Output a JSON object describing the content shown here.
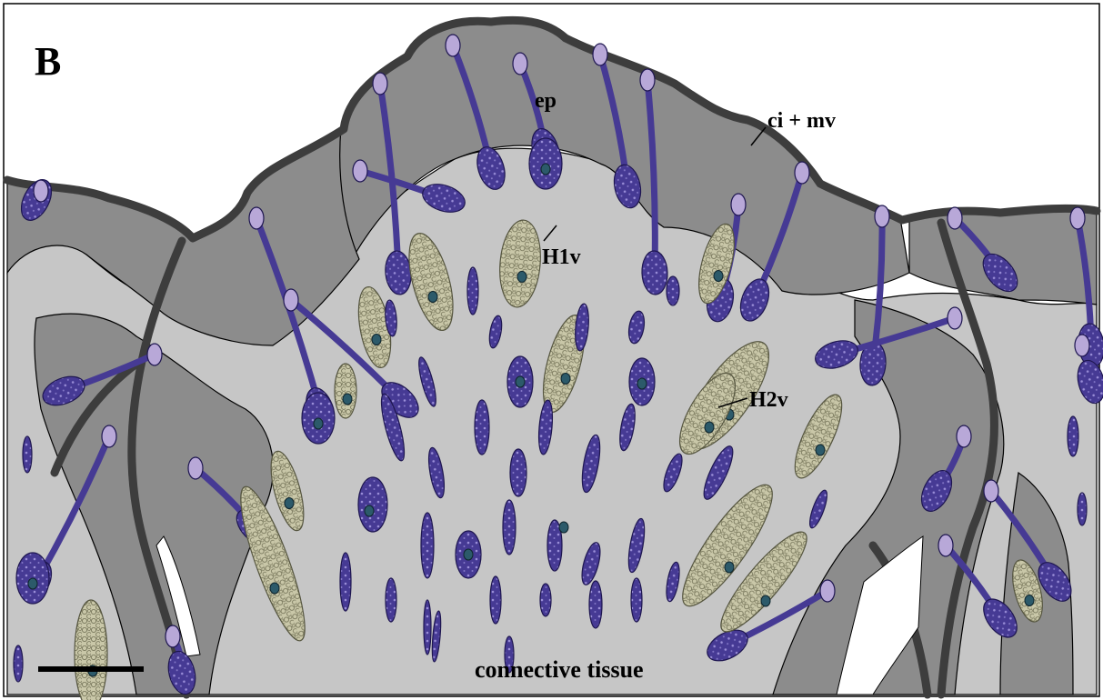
{
  "figure": {
    "panel_letter": "B",
    "labels": {
      "ep": "ep",
      "ci_mv": "ci + mv",
      "h1v": "H1v",
      "h2v": "H2v",
      "connective_tissue": "connective tissue"
    },
    "colors": {
      "background": "#ffffff",
      "connective_tissue": "#c6c6c6",
      "epidermis": "#8c8c8c",
      "cuticle_border": "#3d3d3d",
      "purple_cell": "#463a94",
      "purple_cell_edge": "#1e1650",
      "light_purple_cell": "#b8a8d8",
      "granular_cell": "#c9c7a8",
      "granular_cell_edge": "#55553f",
      "nucleus": "#2c5a6a"
    }
  }
}
